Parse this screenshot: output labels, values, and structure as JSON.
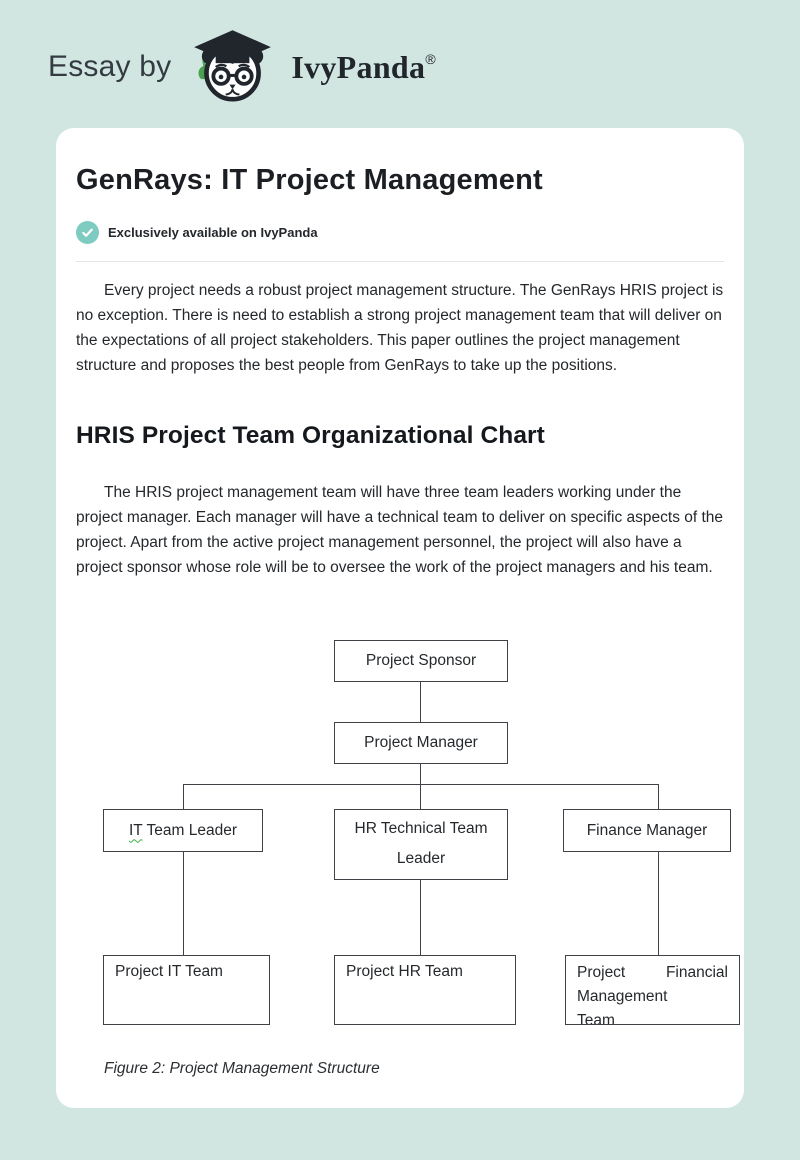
{
  "colors": {
    "page_bg": "#d2e6e1",
    "card_bg": "#ffffff",
    "badge_teal": "#7ecbc1",
    "connector": "#3f4347",
    "spellcheck_green": "#3fae4a"
  },
  "header": {
    "essay_by": "Essay by",
    "brand": "IvyPanda",
    "registered": "®"
  },
  "article": {
    "title": "GenRays: IT Project Management",
    "badge_label": "Exclusively available on IvyPanda",
    "intro": "Every project needs a robust project management structure. The GenRays HRIS project is no exception. There is need to establish a strong project management team that will deliver on the expectations of all project stakeholders. This paper outlines the project management structure and proposes the best people from GenRays to take up the positions.",
    "section_title": "HRIS Project Team Organizational Chart",
    "section_body": "The HRIS project management team will have three team leaders working under the project manager. Each manager will have a technical team to deliver on specific aspects of the project. Apart from the active project management personnel, the project will also have a project sponsor whose role will be to oversee the work of the project managers and his team.",
    "figure_caption": "Figure 2: Project Management Structure"
  },
  "org_chart": {
    "nodes": {
      "sponsor": "Project Sponsor",
      "manager": "Project Manager",
      "it_leader_word": "IT",
      "it_leader_rest": " Team Leader",
      "hr_leader_line1": "HR Technical Team",
      "hr_leader_line2": "Leader",
      "finance_manager": "Finance Manager",
      "it_team": "Project IT Team",
      "hr_team": "Project HR Team",
      "fin_team_word1": "Project",
      "fin_team_word2": "Financial",
      "fin_team_line2": "Management",
      "fin_team_line3": "Team"
    },
    "hierarchy": [
      {
        "from": "Project Sponsor",
        "to": "Project Manager"
      },
      {
        "from": "Project Manager",
        "to": "IT Team Leader"
      },
      {
        "from": "Project Manager",
        "to": "HR Technical Team Leader"
      },
      {
        "from": "Project Manager",
        "to": "Finance Manager"
      },
      {
        "from": "IT Team Leader",
        "to": "Project IT Team"
      },
      {
        "from": "HR Technical Team Leader",
        "to": "Project HR Team"
      },
      {
        "from": "Finance Manager",
        "to": "Project Financial Management Team"
      }
    ]
  }
}
